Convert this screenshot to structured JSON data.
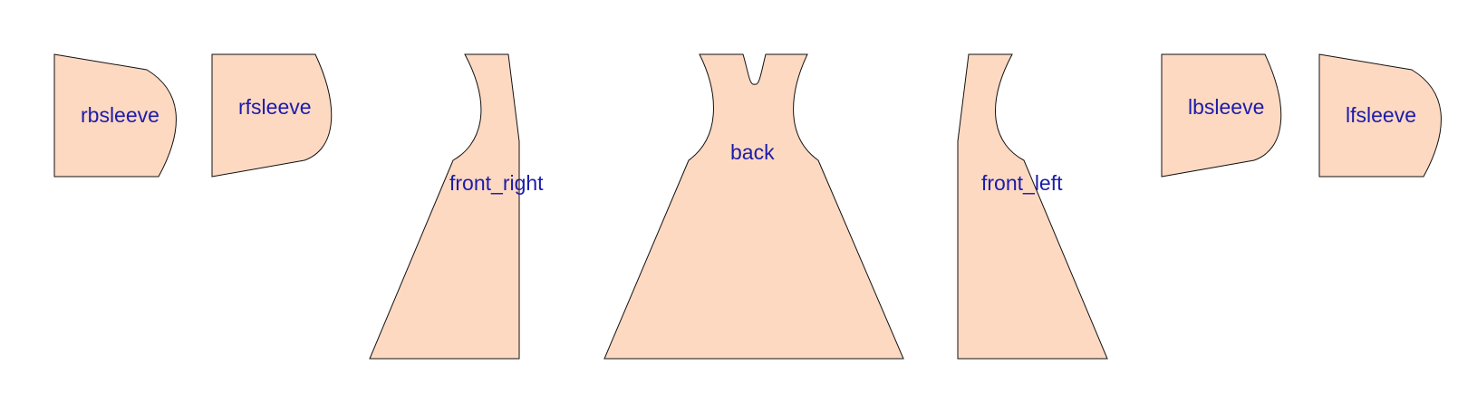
{
  "colors": {
    "piece_fill": "#fdd9c2",
    "piece_stroke": "#111111",
    "label_color": "#1c1caa",
    "background": "#ffffff"
  },
  "pieces": {
    "rbsleeve": {
      "label": "rbsleeve"
    },
    "rfsleeve": {
      "label": "rfsleeve"
    },
    "front_right": {
      "label": "front_right"
    },
    "back": {
      "label": "back"
    },
    "front_left": {
      "label": "front_left"
    },
    "lbsleeve": {
      "label": "lbsleeve"
    },
    "lfsleeve": {
      "label": "lfsleeve"
    }
  }
}
